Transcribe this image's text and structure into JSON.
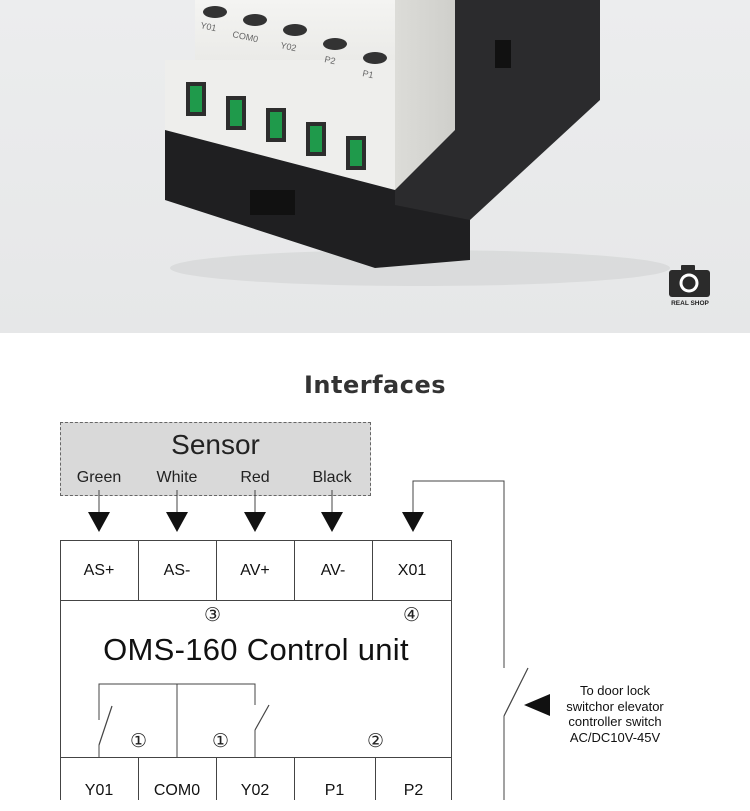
{
  "photo": {
    "terminal_labels": [
      "Y01",
      "COM0",
      "Y02",
      "P2",
      "P1"
    ],
    "badge_label": "REAL SHOP"
  },
  "section_title": "Interfaces",
  "sensor": {
    "title": "Sensor",
    "wires": [
      "Green",
      "White",
      "Red",
      "Black"
    ]
  },
  "top_terminals": [
    "AS+",
    "AS-",
    "AV+",
    "AV-",
    "X01"
  ],
  "unit_title": "OMS-160 Control unit",
  "markers": {
    "m3": "③",
    "m4": "④",
    "m1a": "①",
    "m1b": "①",
    "m2": "②"
  },
  "bottom_terminals": [
    "Y01",
    "COM0",
    "Y02",
    "P1",
    "P2"
  ],
  "switch_note": [
    "To door lock",
    "switchor elevator",
    "controller switch",
    "AC/DC10V-45V"
  ]
}
